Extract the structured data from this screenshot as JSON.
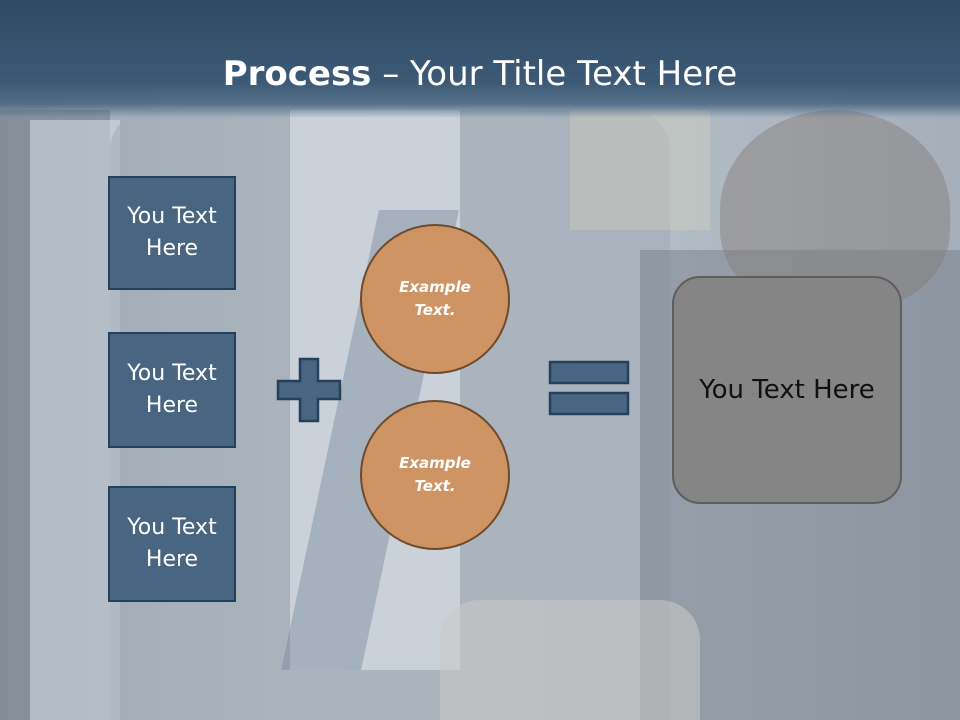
{
  "slide": {
    "title_bold": "Process",
    "title_rest": " – Your Title Text Here"
  },
  "left_boxes": [
    {
      "label": "You Text Here"
    },
    {
      "label": "You Text Here"
    },
    {
      "label": "You Text Here"
    }
  ],
  "circles": [
    {
      "label": "Example Text."
    },
    {
      "label": "Example Text."
    }
  ],
  "result_box": {
    "label": "You Text Here"
  },
  "icons": {
    "plus": "plus-icon",
    "equals": "equals-icon"
  },
  "colors": {
    "title_band": "#3c5a76",
    "box_fill": "#486581",
    "circle_fill": "#cf9464",
    "result_fill": "#858585"
  }
}
